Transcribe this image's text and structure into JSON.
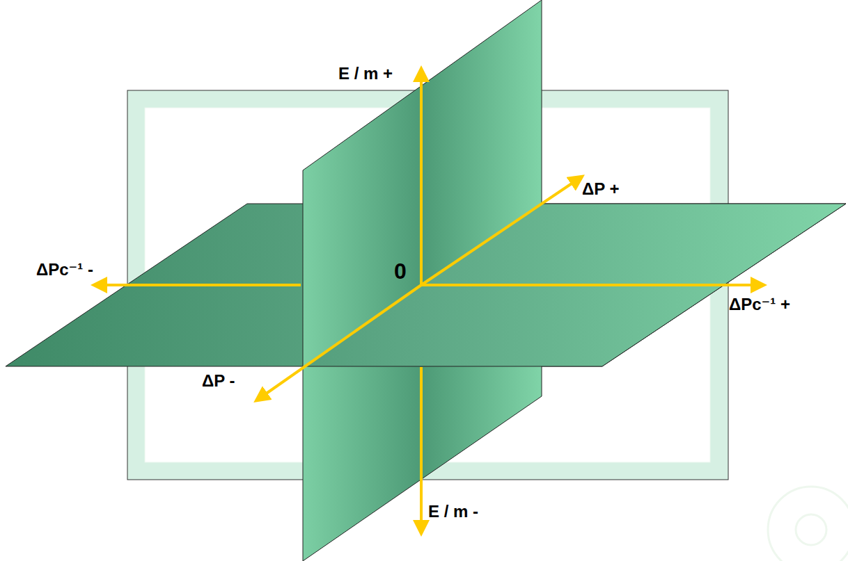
{
  "diagram": {
    "labels": [
      "E / m +",
      "ΔP +",
      "ΔPc⁻¹ -",
      "0",
      "ΔPc⁻¹ +",
      "ΔP -",
      "E / m -"
    ]
  }
}
